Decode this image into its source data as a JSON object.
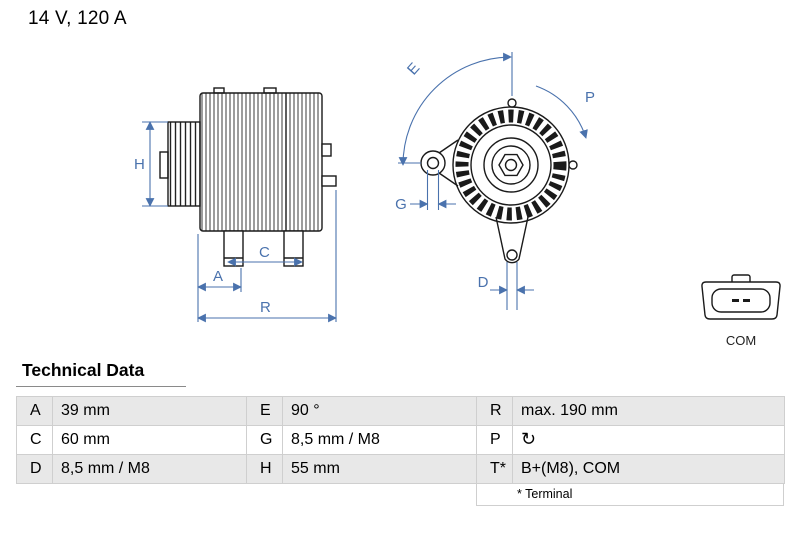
{
  "colors": {
    "accent": "#4a72ad",
    "line": "#1a1a1a",
    "row-shade": "#e8e8e8",
    "border": "#cfcfcf"
  },
  "header": {
    "spec": "14 V, 120 A"
  },
  "diagram": {
    "labels": {
      "h": "H",
      "a": "A",
      "c": "C",
      "r": "R",
      "e": "E",
      "p": "P",
      "g": "G",
      "d": "D"
    },
    "connector": {
      "label": "COM",
      "icon": "connector-plug-icon"
    }
  },
  "table": {
    "title": "Technical Data",
    "rows": [
      {
        "cells": [
          {
            "key": "A",
            "value": "39 mm"
          },
          {
            "key": "E",
            "value": "90 °"
          },
          {
            "key": "R",
            "value": "max. 190 mm"
          }
        ]
      },
      {
        "cells": [
          {
            "key": "C",
            "value": "60 mm"
          },
          {
            "key": "G",
            "value": "8,5 mm / M8"
          },
          {
            "key": "P",
            "value": "↻",
            "icon": "rotation-direction-icon"
          }
        ]
      },
      {
        "cells": [
          {
            "key": "D",
            "value": "8,5 mm / M8"
          },
          {
            "key": "H",
            "value": "55 mm"
          },
          {
            "key": "T*",
            "value": "B+(M8), COM"
          }
        ]
      }
    ],
    "footnote": "* Terminal"
  }
}
